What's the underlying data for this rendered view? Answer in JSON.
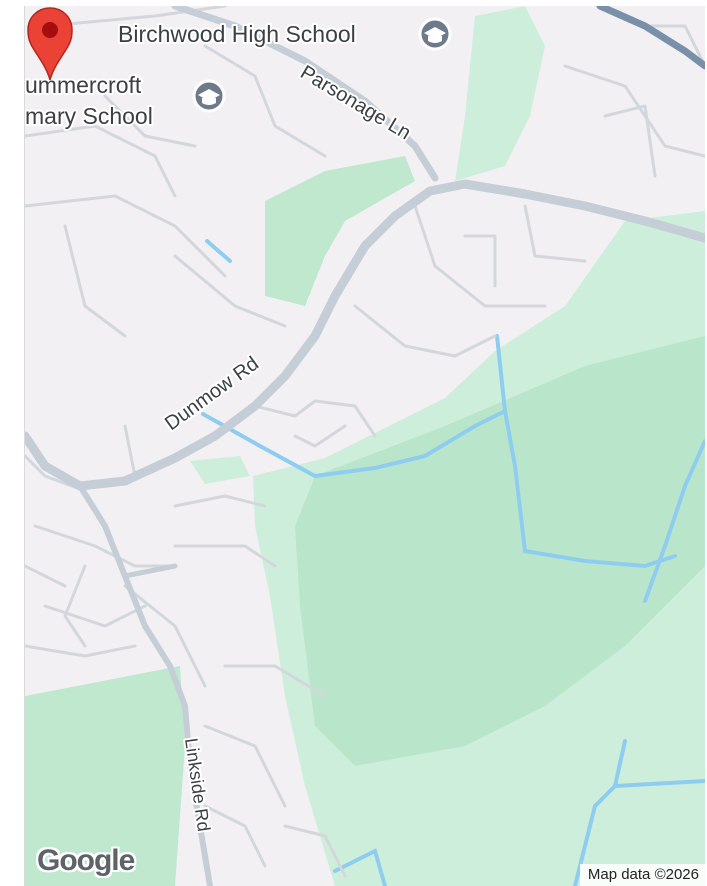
{
  "map": {
    "labels": {
      "school_1": "Birchwood High School",
      "school_2_line1": "ummercroft",
      "school_2_line2": "mary School",
      "road_parsonage": "Parsonage Ln",
      "road_dunmow": "Dunmow Rd",
      "road_linkside": "Linkside Rd"
    },
    "icons": {
      "school_marker": "graduation-cap-icon",
      "location_pin": "red-map-pin-icon"
    },
    "colors": {
      "land": "#f2f0f3",
      "park": "#cdeedb",
      "park_dark": "#b7e4c7",
      "water": "#8fcdf0",
      "major_road": "#c5cdd6",
      "minor_road": "#d3d7dc",
      "pin": "#ea4335"
    }
  },
  "branding": {
    "logo_text": "Google",
    "attribution": "Map data ©2026"
  }
}
